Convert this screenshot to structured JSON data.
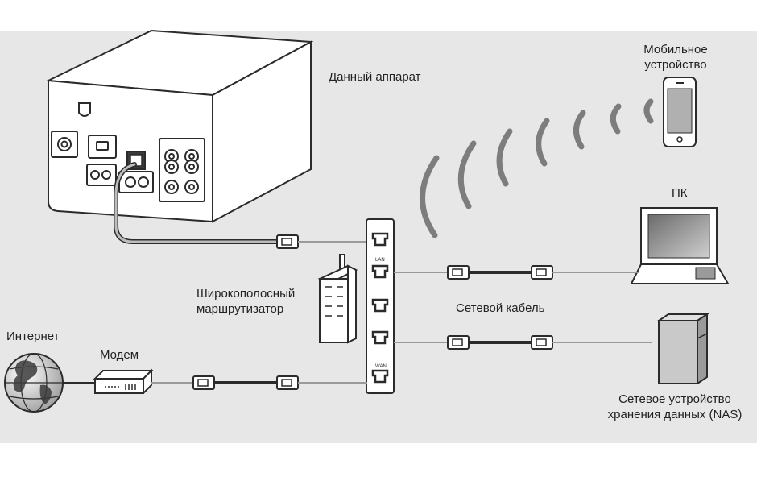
{
  "labels": {
    "device": "Данный аппарат",
    "mobile_line1": "Мобильное",
    "mobile_line2": "устройство",
    "pc": "ПК",
    "router_line1": "Широкополосный",
    "router_line2": "маршрутизатор",
    "cable": "Сетевой кабель",
    "internet": "Интернет",
    "modem": "Модем",
    "nas_line1": "Сетевое устройство",
    "nas_line2": "хранения данных (NAS)",
    "port_lan": "LAN",
    "port_wan": "WAN"
  },
  "colors": {
    "background": "#e7e7e7",
    "outline": "#2b2b2b",
    "cable_gray": "#9a9a9a",
    "wave_gray": "#7d7d7d",
    "screen_dark": "#4a4a4a",
    "nas_body": "#c9c9c9"
  }
}
